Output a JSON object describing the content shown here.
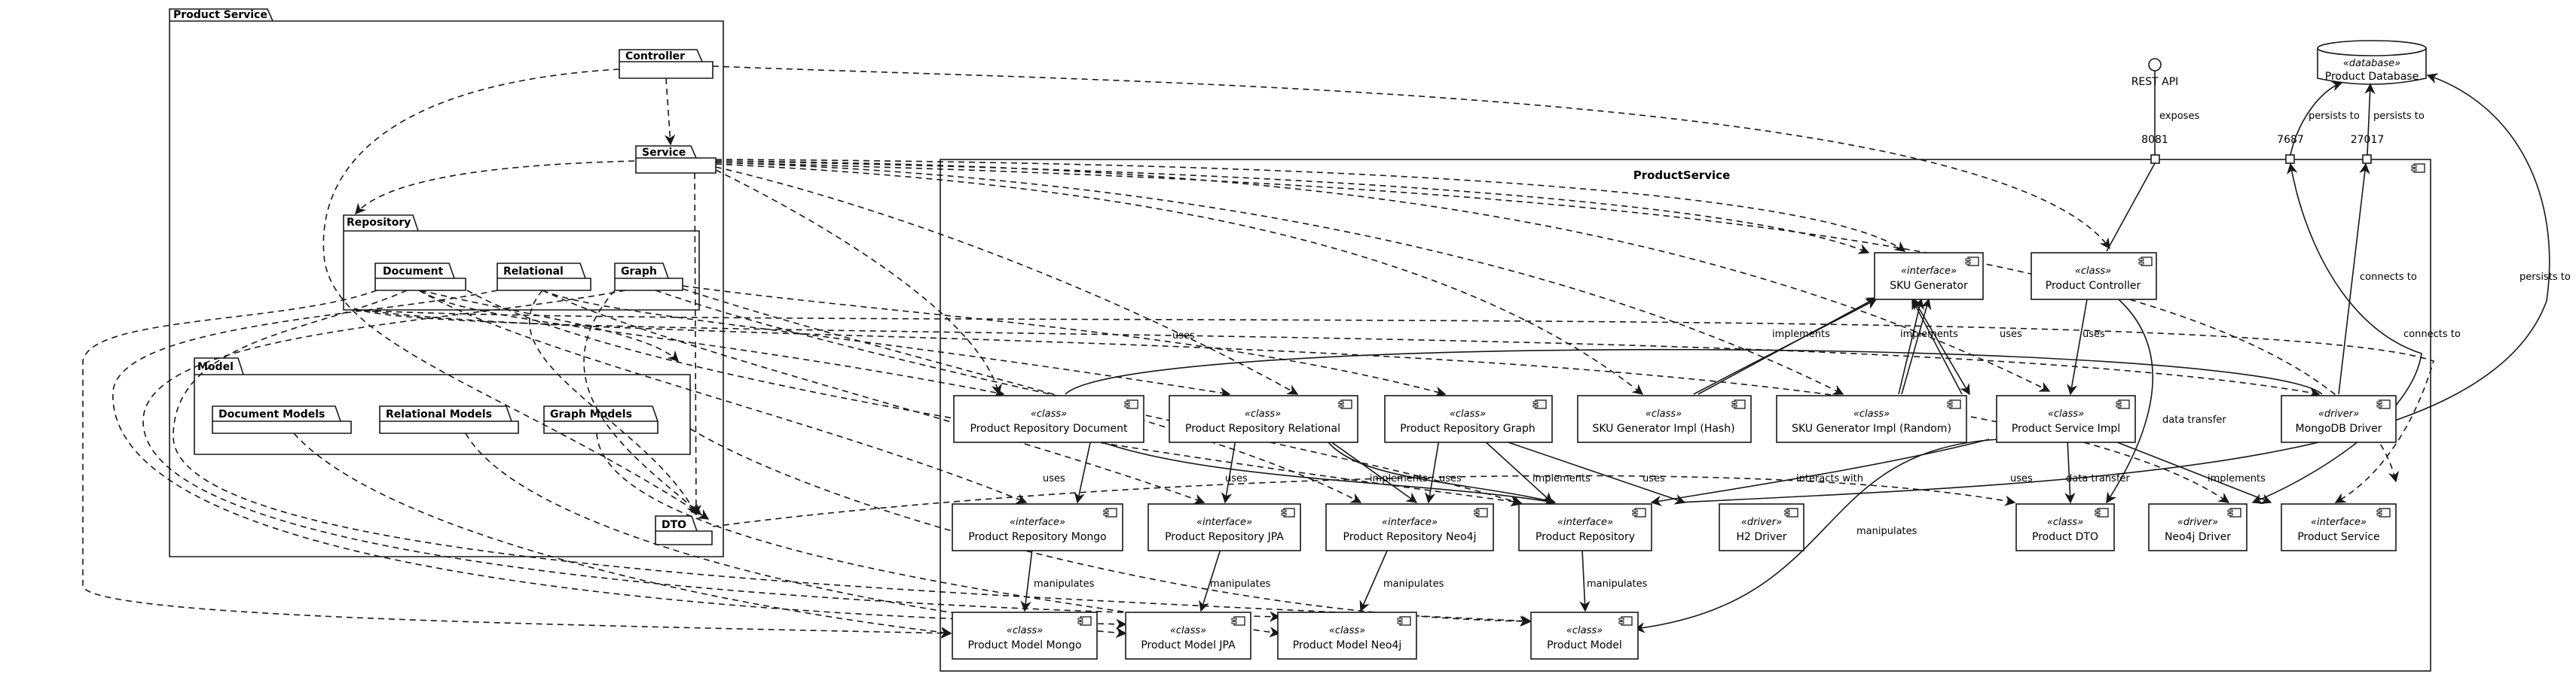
{
  "packages": {
    "product_service": "Product Service",
    "controller": "Controller",
    "service": "Service",
    "repository": "Repository",
    "document": "Document",
    "relational": "Relational",
    "graph": "Graph",
    "model": "Model",
    "document_models": "Document Models",
    "relational_models": "Relational Models",
    "graph_models": "Graph Models",
    "dto": "DTO"
  },
  "component": {
    "title": "ProductService"
  },
  "stereotypes": {
    "class": "«class»",
    "interface": "«interface»",
    "driver": "«driver»",
    "database": "«database»"
  },
  "nodes": {
    "sku_generator": "SKU Generator",
    "product_controller": "Product Controller",
    "repo_document": "Product Repository Document",
    "repo_relational": "Product Repository Relational",
    "repo_graph": "Product Repository Graph",
    "sku_hash": "SKU Generator Impl (Hash)",
    "sku_random": "SKU Generator Impl (Random)",
    "service_impl": "Product Service Impl",
    "mongodb_driver": "MongoDB Driver",
    "repo_mongo": "Product Repository Mongo",
    "repo_jpa": "Product Repository JPA",
    "repo_neo4j": "Product Repository Neo4j",
    "product_repository": "Product Repository",
    "h2_driver": "H2 Driver",
    "product_dto": "Product DTO",
    "neo4j_driver": "Neo4j Driver",
    "product_service": "Product Service",
    "model_mongo": "Product Model Mongo",
    "model_jpa": "Product Model JPA",
    "model_neo4j": "Product Model Neo4j",
    "product_model": "Product Model",
    "product_database": "Product Database"
  },
  "external": {
    "rest_api": "REST API"
  },
  "ports": {
    "p8081": "8081",
    "p7687": "7687",
    "p27017": "27017"
  },
  "edge_labels": {
    "exposes": "exposes",
    "persists_to": "persists to",
    "connects_to": "connects to",
    "uses": "uses",
    "implements": "implements",
    "manipulates": "manipulates",
    "data_transfer": "data transfer",
    "interacts_with": "interacts with"
  }
}
